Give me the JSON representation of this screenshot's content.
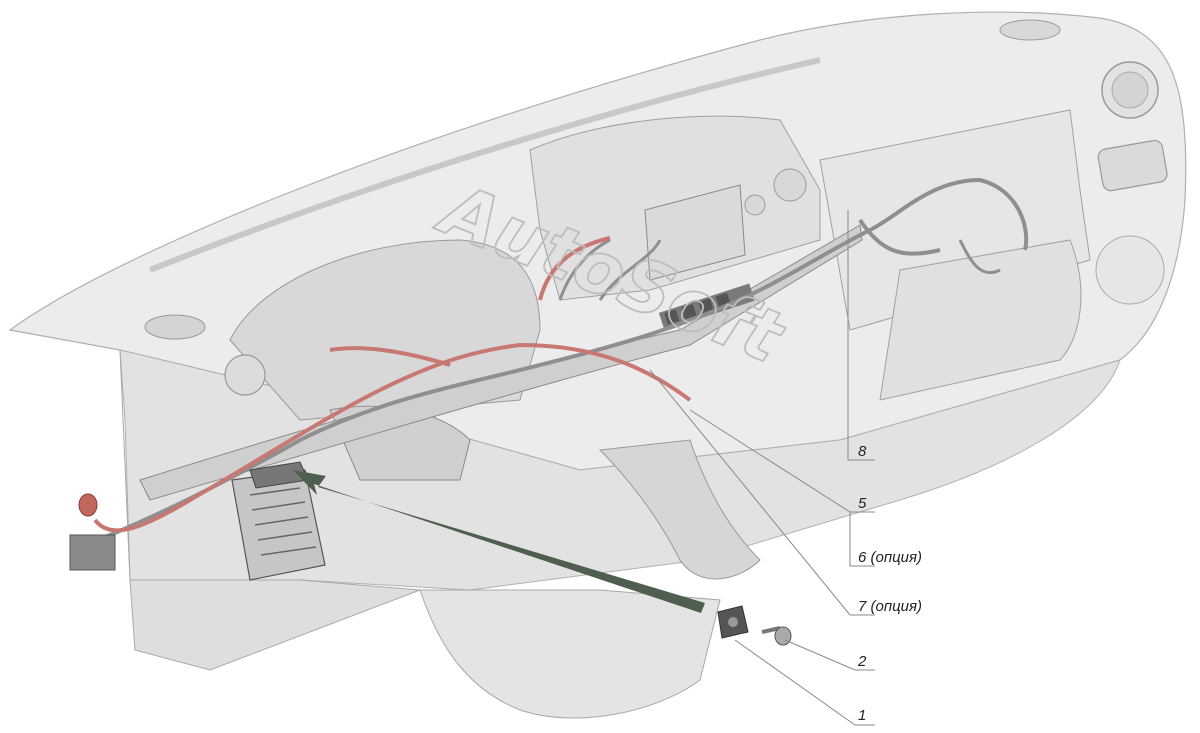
{
  "watermark": "AutoSoft",
  "callouts": [
    {
      "id": "1",
      "label": "1"
    },
    {
      "id": "2",
      "label": "2"
    },
    {
      "id": "5",
      "label": "5"
    },
    {
      "id": "6",
      "label": "6 (опция)"
    },
    {
      "id": "7",
      "label": "7 (опция)"
    },
    {
      "id": "8",
      "label": "8"
    }
  ],
  "colors": {
    "dash_shell": "#ececec",
    "dash_shadow": "#c8c8c8",
    "line": "#8a8a8a",
    "harness_red": "#c87872",
    "harness_gray": "#8f8f8f",
    "arrow": "#4f5f4f",
    "label": "#222222"
  }
}
